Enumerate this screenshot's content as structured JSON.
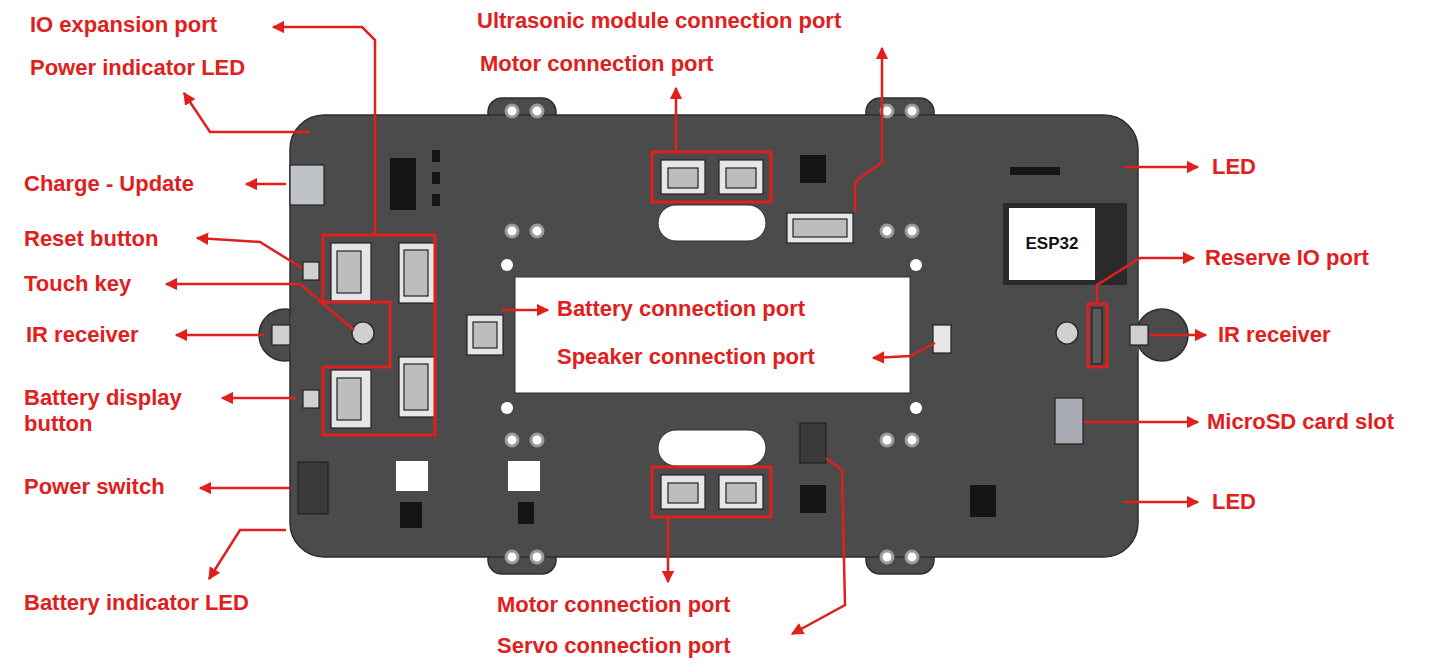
{
  "diagram": {
    "nodes": [
      {
        "text": [
          "ESP32"
        ]
      }
    ],
    "labels": [
      "IO expansion port",
      "Power indicator LED",
      "Charge - Update",
      "Reset button",
      "Touch key",
      "IR receiver",
      "Battery display button",
      "Power switch",
      "Battery indicator LED",
      "Motor connection port",
      "Ultrasonic module connection port",
      "Battery connection port",
      "Speaker connection port",
      "Motor connection port",
      "Servo connection port",
      "LED",
      "Reserve IO port",
      "IR receiver",
      "MicroSD card slot",
      "LED"
    ]
  }
}
